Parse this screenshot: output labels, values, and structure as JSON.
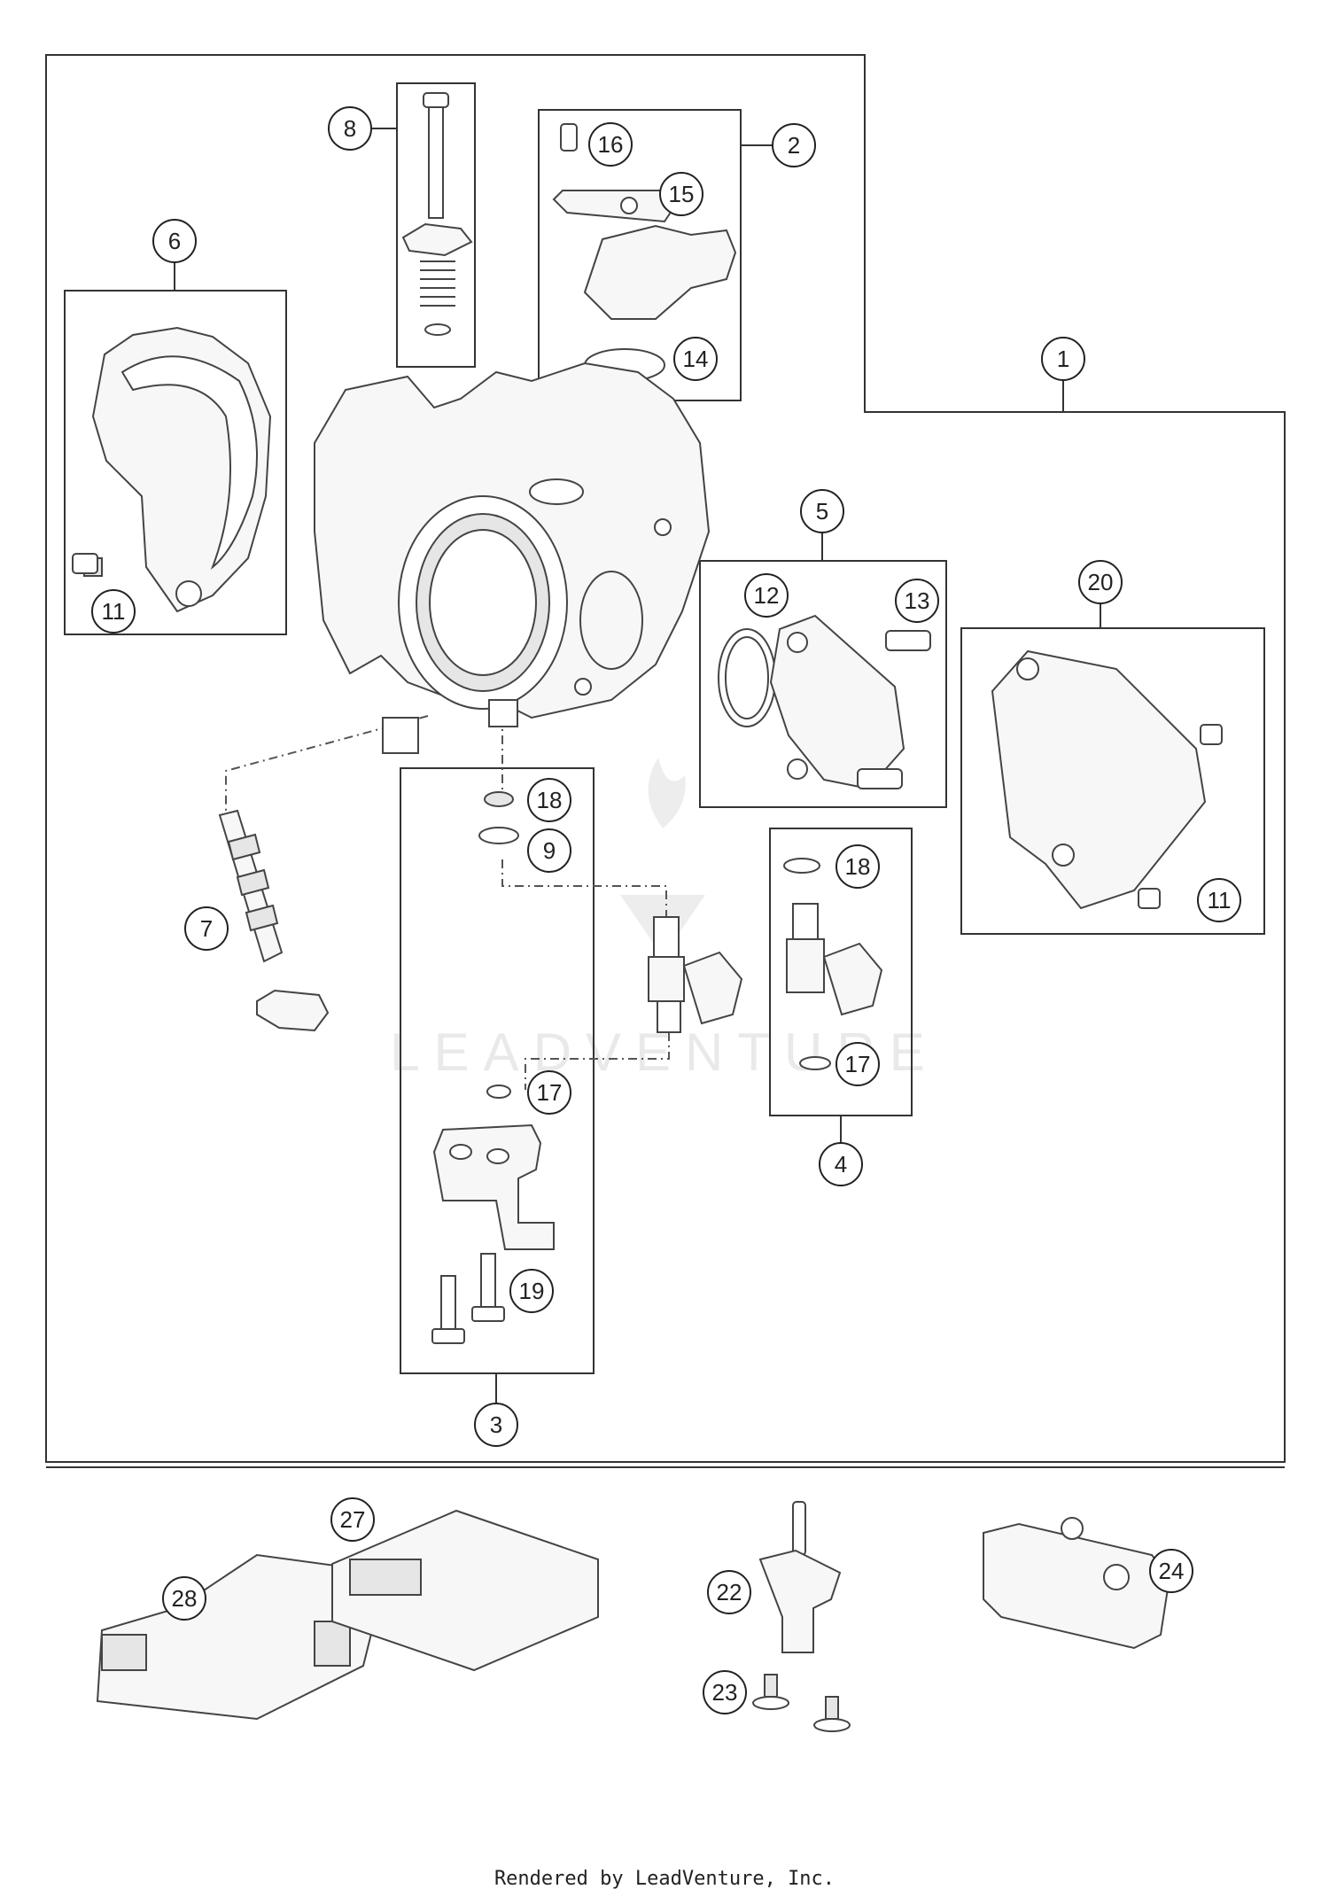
{
  "callouts": [
    "1",
    "2",
    "3",
    "4",
    "5",
    "6",
    "7",
    "8",
    "9",
    "11",
    "12",
    "13",
    "14",
    "15",
    "16",
    "17",
    "18",
    "19",
    "20",
    "22",
    "23",
    "24",
    "27",
    "28"
  ],
  "watermark": "LEADVENTURE",
  "footer": "Rendered by LeadVenture, Inc."
}
